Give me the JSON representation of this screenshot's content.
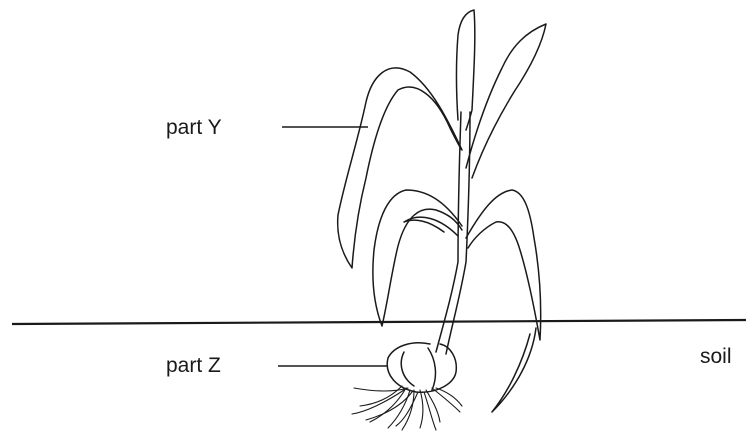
{
  "labels": {
    "part_y": "part Y",
    "part_z": "part Z",
    "soil": "soil"
  },
  "colors": {
    "line": "#1a1a1a",
    "background": "#ffffff"
  }
}
